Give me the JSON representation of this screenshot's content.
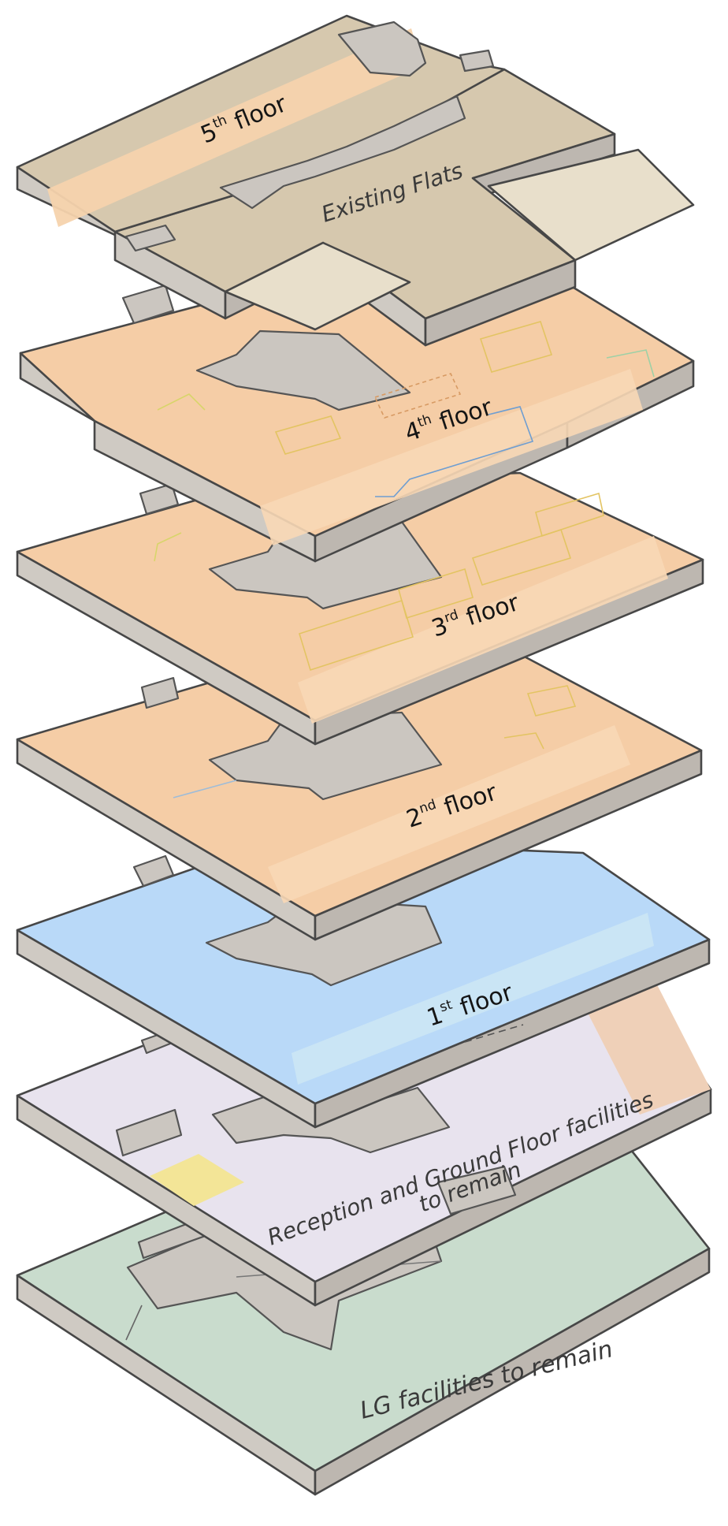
{
  "floors": [
    {
      "id": "fifth",
      "label": "5th floor",
      "base": "5",
      "sup": "th",
      "suffix": " floor"
    },
    {
      "id": "fourth",
      "label": "4th floor",
      "base": "4",
      "sup": "th",
      "suffix": " floor"
    },
    {
      "id": "third",
      "label": "3rd floor",
      "base": "3",
      "sup": "rd",
      "suffix": " floor"
    },
    {
      "id": "second",
      "label": "2nd floor",
      "base": "2",
      "sup": "nd",
      "suffix": " floor"
    },
    {
      "id": "first",
      "label": "1st floor",
      "base": "1",
      "sup": "st",
      "suffix": " floor"
    }
  ],
  "annotations": {
    "existing_flats": "Existing Flats",
    "reception_line1": "Reception and Ground Floor facilities",
    "reception_line2": "to remain",
    "lg": "LG facilities to remain"
  },
  "colors": {
    "fifth_band": "#f6d3ad",
    "existing_flats": "#d6c8ae",
    "flats_light": "#e8dfcb",
    "fourth": "#f5cda6",
    "third": "#f5cda6",
    "second": "#f5cda6",
    "first": "#b9d9f8",
    "ground": "#e8e3ee",
    "ground_yellow": "#f3e597",
    "ground_peach": "#efd0b8",
    "lower_ground": "#c9dccd",
    "slab_side": "#cfcac3",
    "core": "#cbc6c0"
  }
}
